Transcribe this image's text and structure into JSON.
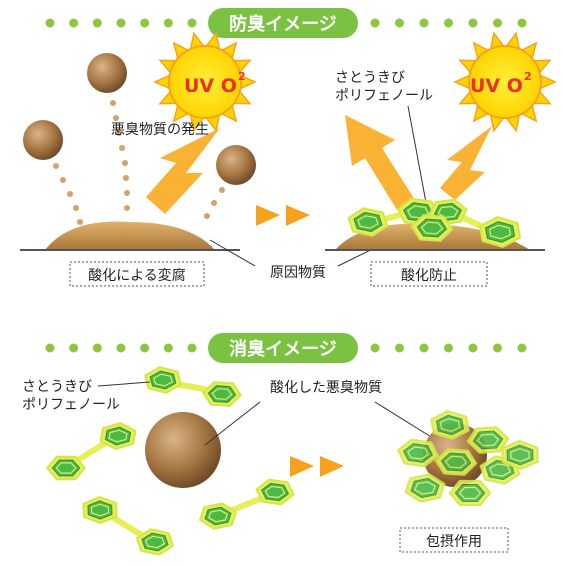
{
  "colors": {
    "accent_green": "#7cc242",
    "dot_green": "#8dc63f",
    "sun_yellow": "#ffe600",
    "sun_orange": "#f7a21c",
    "uv_red": "#e8321e",
    "arrow_orange": "#f9b233",
    "ball_brown": "#a87945",
    "hex_green": "#4bb848",
    "hex_glow": "#e6ef55",
    "text_dark": "#222222"
  },
  "top_section": {
    "title": "防臭イメージ",
    "left_panel": {
      "uv_label": "UV O",
      "uv_superscript": "2",
      "odor_label": "悪臭物質の発生",
      "box_label": "酸化による変腐"
    },
    "center_label": "原因物質",
    "right_panel": {
      "uv_label": "UV O",
      "uv_superscript": "2",
      "polyphenol_line1": "さとうきび",
      "polyphenol_line2": "ポリフェノール",
      "box_label": "酸化防止"
    }
  },
  "bottom_section": {
    "title": "消臭イメージ",
    "polyphenol_line1": "さとうきび",
    "polyphenol_line2": "ポリフェノール",
    "oxidized_label": "酸化した悪臭物質",
    "box_label": "包摂作用"
  }
}
